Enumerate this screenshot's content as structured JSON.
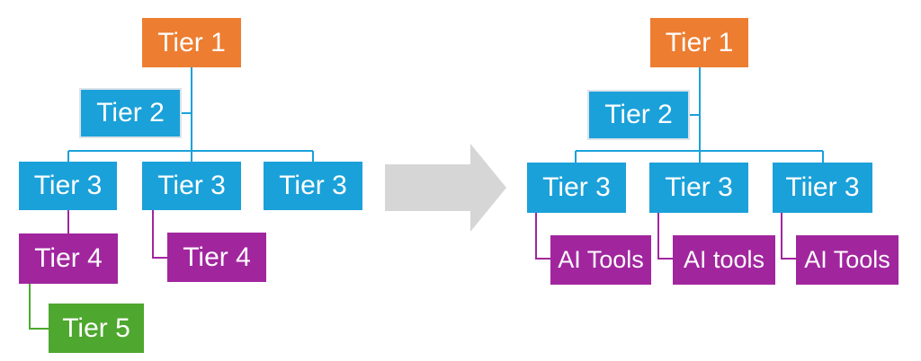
{
  "colors": {
    "tier1": "#ED7D31",
    "tier2": "#1BA1D9",
    "tier3": "#1BA1D9",
    "tier4": "#A1269E",
    "tier5": "#4EA72E",
    "arrow": "#D6D6D6"
  },
  "left_hierarchy": {
    "tier1": "Tier 1",
    "tier2": "Tier 2",
    "tier3": [
      "Tier 3",
      "Tier 3",
      "Tier 3"
    ],
    "tier4": [
      "Tier 4",
      "Tier 4"
    ],
    "tier5": "Tier 5"
  },
  "right_hierarchy": {
    "tier1": "Tier 1",
    "tier2": "Tier 2",
    "tier3": [
      "Tier 3",
      "Tier 3",
      "Tiier 3"
    ],
    "tools": [
      "AI Tools",
      "AI tools",
      "AI Tools"
    ]
  }
}
